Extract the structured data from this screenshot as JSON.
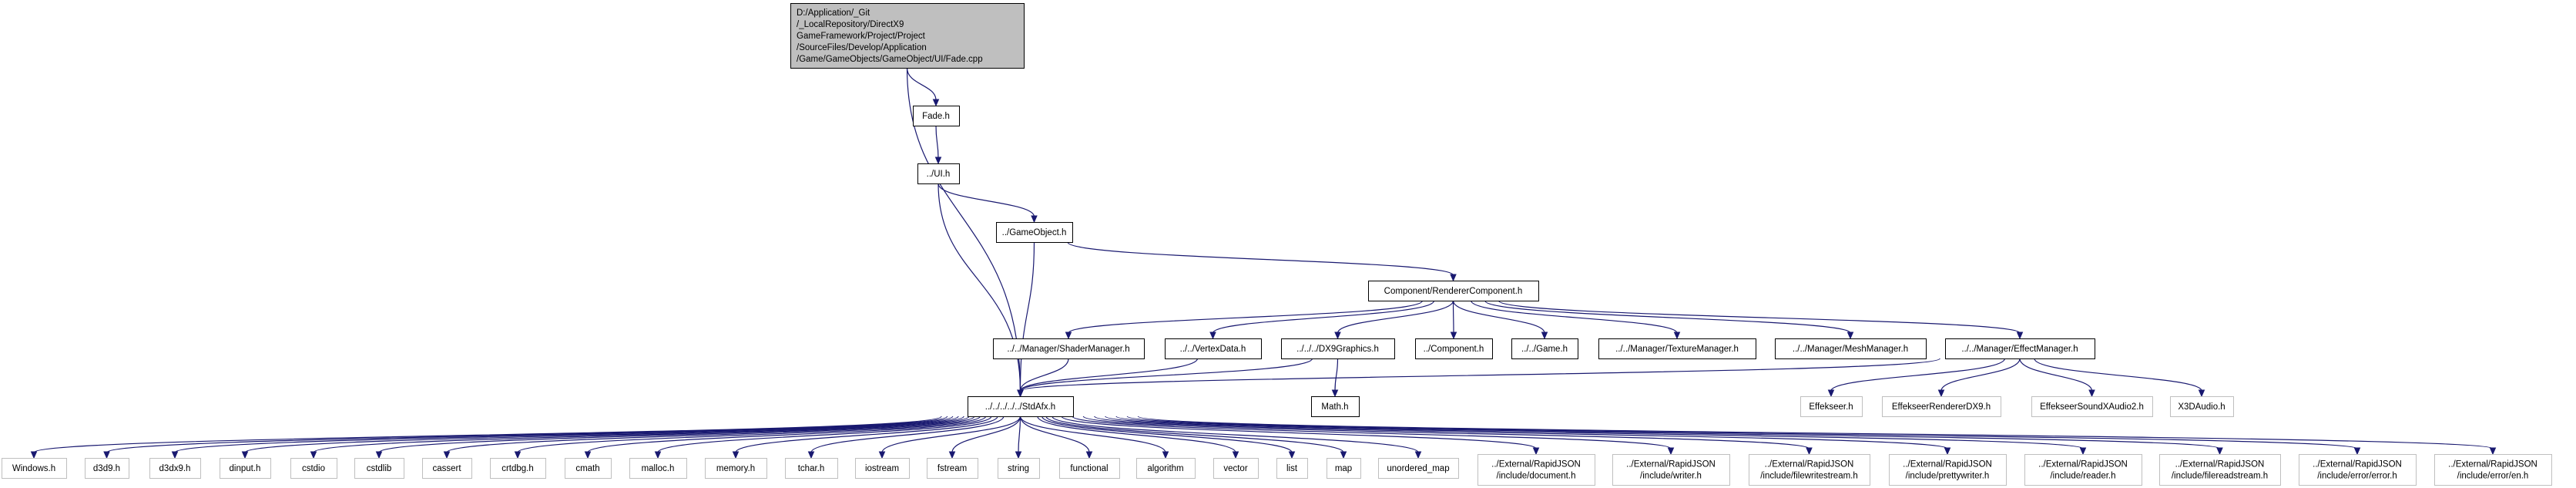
{
  "graph": {
    "edges_color": "#191970",
    "root_fill": "#bfbfbf",
    "nodes": [
      {
        "id": "root",
        "lines": [
          "D:/Application/_Git",
          "/_LocalRepository/DirectX9",
          "GameFramework/Project/Project",
          "/SourceFiles/Develop/Application",
          "/Game/GameObjects/GameObject/UI/Fade.cpp"
        ],
        "style": "root"
      },
      {
        "id": "fade_h",
        "lines": [
          "Fade.h"
        ],
        "style": "normal"
      },
      {
        "id": "ui_h",
        "lines": [
          "../UI.h"
        ],
        "style": "normal"
      },
      {
        "id": "gameobject_h",
        "lines": [
          "../GameObject.h"
        ],
        "style": "normal"
      },
      {
        "id": "renderer_h",
        "lines": [
          "Component/RendererComponent.h"
        ],
        "style": "normal"
      },
      {
        "id": "shadermgr_h",
        "lines": [
          "../../Manager/ShaderManager.h"
        ],
        "style": "normal"
      },
      {
        "id": "vertexdata_h",
        "lines": [
          "../../VertexData.h"
        ],
        "style": "normal"
      },
      {
        "id": "dx9graphics_h",
        "lines": [
          "../../../DX9Graphics.h"
        ],
        "style": "normal"
      },
      {
        "id": "component_h",
        "lines": [
          "../Component.h"
        ],
        "style": "normal"
      },
      {
        "id": "game_h",
        "lines": [
          "../../Game.h"
        ],
        "style": "normal"
      },
      {
        "id": "texturemgr_h",
        "lines": [
          "../../Manager/TextureManager.h"
        ],
        "style": "normal"
      },
      {
        "id": "meshmgr_h",
        "lines": [
          "../../Manager/MeshManager.h"
        ],
        "style": "normal"
      },
      {
        "id": "effectmgr_h",
        "lines": [
          "../../Manager/EffectManager.h"
        ],
        "style": "normal"
      },
      {
        "id": "stdafx_h",
        "lines": [
          "../../../../../StdAfx.h"
        ],
        "style": "normal"
      },
      {
        "id": "math_h",
        "lines": [
          "Math.h"
        ],
        "style": "normal"
      },
      {
        "id": "effekseer_h",
        "lines": [
          "Effekseer.h"
        ],
        "style": "dim"
      },
      {
        "id": "effekseer_rdx9",
        "lines": [
          "EffekseerRendererDX9.h"
        ],
        "style": "dim"
      },
      {
        "id": "effekseer_sound",
        "lines": [
          "EffekseerSoundXAudio2.h"
        ],
        "style": "dim"
      },
      {
        "id": "x3daudio_h",
        "lines": [
          "X3DAudio.h"
        ],
        "style": "dim"
      },
      {
        "id": "windows_h",
        "lines": [
          "Windows.h"
        ],
        "style": "dim"
      },
      {
        "id": "d3d9_h",
        "lines": [
          "d3d9.h"
        ],
        "style": "dim"
      },
      {
        "id": "d3dx9_h",
        "lines": [
          "d3dx9.h"
        ],
        "style": "dim"
      },
      {
        "id": "dinput_h",
        "lines": [
          "dinput.h"
        ],
        "style": "dim"
      },
      {
        "id": "cstdio",
        "lines": [
          "cstdio"
        ],
        "style": "dim"
      },
      {
        "id": "cstdlib",
        "lines": [
          "cstdlib"
        ],
        "style": "dim"
      },
      {
        "id": "cassert",
        "lines": [
          "cassert"
        ],
        "style": "dim"
      },
      {
        "id": "crtdbg_h",
        "lines": [
          "crtdbg.h"
        ],
        "style": "dim"
      },
      {
        "id": "cmath",
        "lines": [
          "cmath"
        ],
        "style": "dim"
      },
      {
        "id": "malloc_h",
        "lines": [
          "malloc.h"
        ],
        "style": "dim"
      },
      {
        "id": "memory_h",
        "lines": [
          "memory.h"
        ],
        "style": "dim"
      },
      {
        "id": "tchar_h",
        "lines": [
          "tchar.h"
        ],
        "style": "dim"
      },
      {
        "id": "iostream",
        "lines": [
          "iostream"
        ],
        "style": "dim"
      },
      {
        "id": "fstream",
        "lines": [
          "fstream"
        ],
        "style": "dim"
      },
      {
        "id": "string",
        "lines": [
          "string"
        ],
        "style": "dim"
      },
      {
        "id": "functional",
        "lines": [
          "functional"
        ],
        "style": "dim"
      },
      {
        "id": "algorithm",
        "lines": [
          "algorithm"
        ],
        "style": "dim"
      },
      {
        "id": "vector",
        "lines": [
          "vector"
        ],
        "style": "dim"
      },
      {
        "id": "list",
        "lines": [
          "list"
        ],
        "style": "dim"
      },
      {
        "id": "map",
        "lines": [
          "map"
        ],
        "style": "dim"
      },
      {
        "id": "unordered_map",
        "lines": [
          "unordered_map"
        ],
        "style": "dim"
      },
      {
        "id": "rj_document",
        "lines": [
          "../External/RapidJSON",
          "/include/document.h"
        ],
        "style": "dim"
      },
      {
        "id": "rj_writer",
        "lines": [
          "../External/RapidJSON",
          "/include/writer.h"
        ],
        "style": "dim"
      },
      {
        "id": "rj_filewrite",
        "lines": [
          "../External/RapidJSON",
          "/include/filewritestream.h"
        ],
        "style": "dim"
      },
      {
        "id": "rj_pretty",
        "lines": [
          "../External/RapidJSON",
          "/include/prettywriter.h"
        ],
        "style": "dim"
      },
      {
        "id": "rj_reader",
        "lines": [
          "../External/RapidJSON",
          "/include/reader.h"
        ],
        "style": "dim"
      },
      {
        "id": "rj_fileread",
        "lines": [
          "../External/RapidJSON",
          "/include/filereadstream.h"
        ],
        "style": "dim"
      },
      {
        "id": "rj_error",
        "lines": [
          "../External/RapidJSON",
          "/include/error/error.h"
        ],
        "style": "dim"
      },
      {
        "id": "rj_error_en",
        "lines": [
          "../External/RapidJSON",
          "/include/error/en.h"
        ],
        "style": "dim"
      }
    ],
    "edges": [
      [
        "root",
        "fade_h"
      ],
      [
        "root",
        "stdafx_h"
      ],
      [
        "fade_h",
        "ui_h"
      ],
      [
        "ui_h",
        "gameobject_h"
      ],
      [
        "ui_h",
        "stdafx_h"
      ],
      [
        "gameobject_h",
        "renderer_h"
      ],
      [
        "gameobject_h",
        "stdafx_h"
      ],
      [
        "renderer_h",
        "shadermgr_h"
      ],
      [
        "renderer_h",
        "vertexdata_h"
      ],
      [
        "renderer_h",
        "dx9graphics_h"
      ],
      [
        "renderer_h",
        "component_h"
      ],
      [
        "renderer_h",
        "game_h"
      ],
      [
        "renderer_h",
        "texturemgr_h"
      ],
      [
        "renderer_h",
        "meshmgr_h"
      ],
      [
        "renderer_h",
        "effectmgr_h"
      ],
      [
        "shadermgr_h",
        "stdafx_h"
      ],
      [
        "vertexdata_h",
        "stdafx_h"
      ],
      [
        "dx9graphics_h",
        "stdafx_h"
      ],
      [
        "dx9graphics_h",
        "math_h"
      ],
      [
        "effectmgr_h",
        "stdafx_h"
      ],
      [
        "effectmgr_h",
        "effekseer_h"
      ],
      [
        "effectmgr_h",
        "effekseer_rdx9"
      ],
      [
        "effectmgr_h",
        "effekseer_sound"
      ],
      [
        "effectmgr_h",
        "x3daudio_h"
      ],
      [
        "stdafx_h",
        "windows_h"
      ],
      [
        "stdafx_h",
        "d3d9_h"
      ],
      [
        "stdafx_h",
        "d3dx9_h"
      ],
      [
        "stdafx_h",
        "dinput_h"
      ],
      [
        "stdafx_h",
        "cstdio"
      ],
      [
        "stdafx_h",
        "cstdlib"
      ],
      [
        "stdafx_h",
        "cassert"
      ],
      [
        "stdafx_h",
        "crtdbg_h"
      ],
      [
        "stdafx_h",
        "cmath"
      ],
      [
        "stdafx_h",
        "malloc_h"
      ],
      [
        "stdafx_h",
        "memory_h"
      ],
      [
        "stdafx_h",
        "tchar_h"
      ],
      [
        "stdafx_h",
        "iostream"
      ],
      [
        "stdafx_h",
        "fstream"
      ],
      [
        "stdafx_h",
        "string"
      ],
      [
        "stdafx_h",
        "functional"
      ],
      [
        "stdafx_h",
        "algorithm"
      ],
      [
        "stdafx_h",
        "vector"
      ],
      [
        "stdafx_h",
        "list"
      ],
      [
        "stdafx_h",
        "map"
      ],
      [
        "stdafx_h",
        "unordered_map"
      ],
      [
        "stdafx_h",
        "rj_document"
      ],
      [
        "stdafx_h",
        "rj_writer"
      ],
      [
        "stdafx_h",
        "rj_filewrite"
      ],
      [
        "stdafx_h",
        "rj_pretty"
      ],
      [
        "stdafx_h",
        "rj_reader"
      ],
      [
        "stdafx_h",
        "rj_fileread"
      ],
      [
        "stdafx_h",
        "rj_error"
      ],
      [
        "stdafx_h",
        "rj_error_en"
      ]
    ]
  }
}
